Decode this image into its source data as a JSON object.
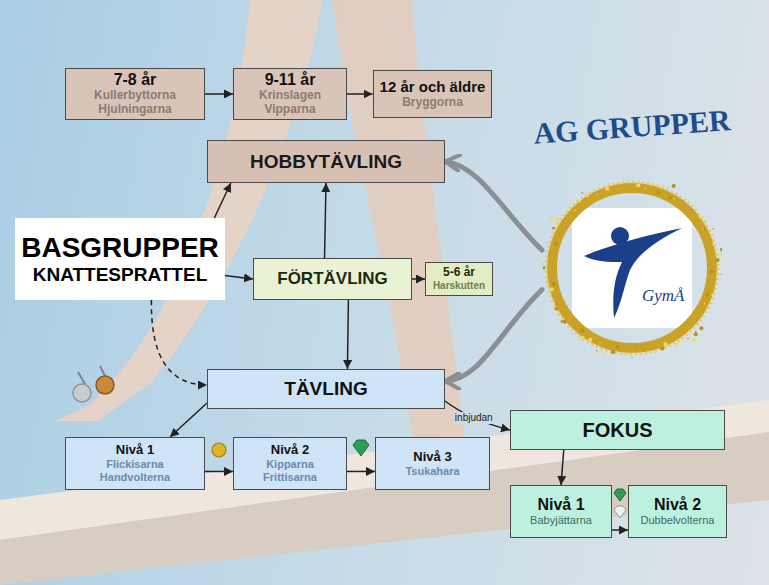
{
  "diagram": {
    "nodes": [
      {
        "text": [
          "7-8 år",
          "Kullerbyttorna",
          "Hjulningarna"
        ]
      },
      {
        "text": [
          "9-11 år",
          "Krinslagen",
          "Vipparna"
        ]
      },
      {
        "text": [
          "12 år och äldre",
          "Bryggorna"
        ]
      },
      {
        "text": [
          "HOBBYTÄVLING"
        ]
      },
      {
        "text": [
          "AG GRUPPER",
          "GymÅ"
        ]
      },
      {
        "text": [
          "BASGRUPPER",
          "KNATTESPRATTEL"
        ]
      },
      {
        "text": [
          "FÖRTÄVLING"
        ]
      },
      {
        "text": [
          "5-6 år",
          "Harskutten"
        ]
      },
      {
        "text": [
          "TÄVLING"
        ]
      },
      {
        "text": [
          "Nivå 1",
          "Flickisarna",
          "Handvolterna"
        ]
      },
      {
        "text": [
          "Nivå 2",
          "Kipparna",
          "Frittisarna"
        ]
      },
      {
        "text": [
          "Nivå 3",
          "Tsukahara"
        ]
      },
      {
        "text": [
          "FOKUS"
        ]
      },
      {
        "text": [
          "Nivå 1",
          "Babyjättarna"
        ]
      },
      {
        "text": [
          "Nivå 2",
          "Dubbelvolterna"
        ]
      }
    ],
    "edges": [
      {
        "from": 0,
        "to": 1,
        "arrow": "to"
      },
      {
        "from": 1,
        "to": 2,
        "arrow": "to"
      },
      {
        "from": 5,
        "to": 3,
        "arrow": "to"
      },
      {
        "from": 5,
        "to": 6,
        "arrow": "to"
      },
      {
        "from": 6,
        "to": 7,
        "arrow": "to"
      },
      {
        "from": 6,
        "to": 3,
        "arrow": "to"
      },
      {
        "from": 6,
        "to": 8,
        "arrow": "to"
      },
      {
        "from": 5,
        "to": 8,
        "arrow": "to"
      },
      {
        "from": 8,
        "to": 9,
        "arrow": "to"
      },
      {
        "from": 9,
        "to": 10,
        "arrow": "to"
      },
      {
        "from": 10,
        "to": 11,
        "arrow": "to"
      },
      {
        "from": 8,
        "to": 12,
        "label": "inbjudan",
        "arrow": "to"
      },
      {
        "from": 12,
        "to": 13,
        "arrow": "to"
      },
      {
        "from": 13,
        "to": 14,
        "arrow": "to"
      },
      {
        "from": 4,
        "to": 3,
        "arrow": "to"
      },
      {
        "from": 4,
        "to": 8,
        "arrow": "to"
      }
    ]
  }
}
